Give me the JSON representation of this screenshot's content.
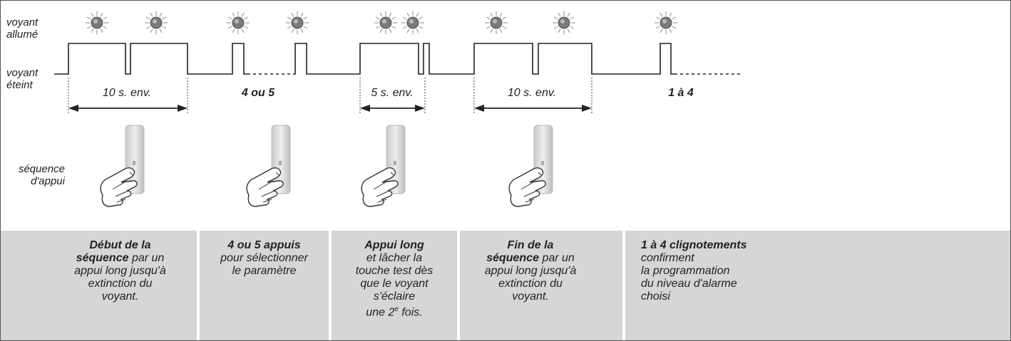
{
  "labels": {
    "on": [
      "voyant",
      "allumé"
    ],
    "off": [
      "voyant",
      "éteint"
    ],
    "sequence": [
      "séquence",
      "d'appui"
    ]
  },
  "durations": [
    {
      "text": "10 s. env.",
      "bold": false,
      "has_arrow": true
    },
    {
      "text": "4 ou 5",
      "bold": true,
      "has_arrow": false
    },
    {
      "text": "5 s. env.",
      "bold": false,
      "has_arrow": true
    },
    {
      "text": "10 s. env.",
      "bold": false,
      "has_arrow": true
    },
    {
      "text": "1 à 4",
      "bold": true,
      "has_arrow": false
    }
  ],
  "steps": [
    {
      "lines": [
        [
          {
            "t": "Début de la",
            "b": true
          }
        ],
        [
          {
            "t": "séquence",
            "b": true
          },
          {
            "t": " par un",
            "b": false
          }
        ],
        [
          {
            "t": "appui long jusqu'à",
            "b": false
          }
        ],
        [
          {
            "t": "extinction du",
            "b": false
          }
        ],
        [
          {
            "t": "voyant.",
            "b": false
          }
        ]
      ]
    },
    {
      "lines": [
        [
          {
            "t": "4 ou 5 appuis",
            "b": true
          }
        ],
        [
          {
            "t": "pour sélectionner",
            "b": false
          }
        ],
        [
          {
            "t": "le paramètre",
            "b": false
          }
        ]
      ]
    },
    {
      "lines": [
        [
          {
            "t": "Appui long",
            "b": true
          }
        ],
        [
          {
            "t": "et lâcher la",
            "b": false
          }
        ],
        [
          {
            "t": "touche test dès",
            "b": false
          }
        ],
        [
          {
            "t": "que le voyant",
            "b": false
          }
        ],
        [
          {
            "t": "s'éclaire",
            "b": false
          }
        ],
        [
          {
            "t": "une 2",
            "b": false
          },
          {
            "t": "e",
            "b": false,
            "sup": true
          },
          {
            "t": " fois.",
            "b": false
          }
        ]
      ]
    },
    {
      "lines": [
        [
          {
            "t": "Fin de la",
            "b": true
          }
        ],
        [
          {
            "t": "séquence",
            "b": true
          },
          {
            "t": " par un",
            "b": false
          }
        ],
        [
          {
            "t": "appui long jusqu'à",
            "b": false
          }
        ],
        [
          {
            "t": "extinction du",
            "b": false
          }
        ],
        [
          {
            "t": "voyant.",
            "b": false
          }
        ]
      ]
    },
    {
      "lines": [
        [
          {
            "t": "1 à 4 clignotements",
            "b": true
          }
        ],
        [
          {
            "t": "confirment",
            "b": false
          }
        ],
        [
          {
            "t": "la programmation",
            "b": false
          }
        ],
        [
          {
            "t": "du niveau d'alarme",
            "b": false
          }
        ],
        [
          {
            "t": "choisi",
            "b": false
          }
        ]
      ]
    }
  ],
  "icons": {
    "led": "led-lamp-icon",
    "press": "finger-press-remote-icon"
  },
  "colors": {
    "line": "#222222",
    "band": "#d6d6d6",
    "led": "#7a7a7a"
  }
}
